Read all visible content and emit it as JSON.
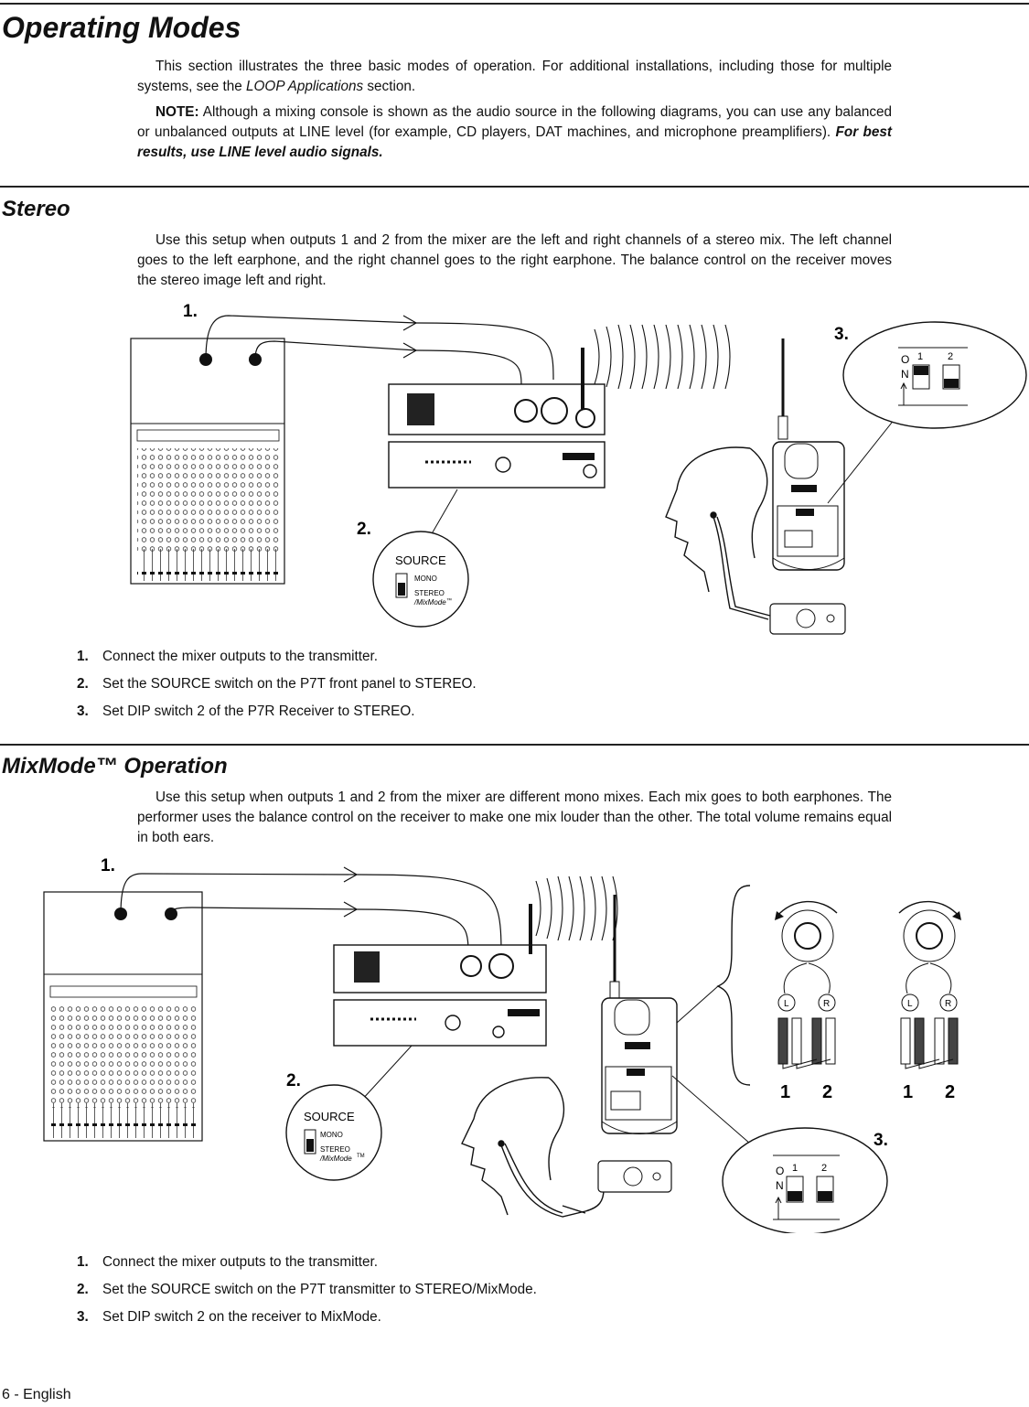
{
  "title": "Operating Modes",
  "intro": {
    "p1_before": "This section illustrates the three basic modes of operation. For additional installations, including those for multiple systems, see the ",
    "p1_link": "LOOP Applications",
    "p1_after": " section.",
    "note_label": "NOTE:",
    "note_text": " Although a mixing console is shown as the audio source in the following diagrams, you can use any balanced or unbalanced outputs at LINE level (for example, CD players, DAT machines, and microphone preamplifiers). ",
    "note_emph": "For best results, use LINE level audio signals."
  },
  "stereo": {
    "heading": "Stereo",
    "paragraph": "Use this setup when outputs 1 and 2 from the mixer are the left and right channels of a stereo mix. The left channel goes to the left earphone, and the right channel goes to the right earphone. The balance control on the receiver moves the stereo image left and right.",
    "figure": {
      "callouts": [
        "1.",
        "2.",
        "3."
      ],
      "source_switch": {
        "title": "SOURCE",
        "mono": "MONO",
        "stereo": "STEREO",
        "mixmode": "/MixMode",
        "tm": "™"
      },
      "dip": {
        "o": "O",
        "n": "N",
        "sw1": "1",
        "sw2": "2"
      }
    },
    "steps": [
      {
        "num": "1.",
        "text": "Connect the mixer outputs to the transmitter."
      },
      {
        "num": "2.",
        "text": "Set the SOURCE switch on the P7T front panel to STEREO."
      },
      {
        "num": "3.",
        "text": "Set DIP switch 2 of the P7R Receiver to STEREO."
      }
    ]
  },
  "mixmode": {
    "heading": "MixMode™ Operation",
    "paragraph": "Use this setup when outputs 1 and 2 from the mixer are different mono mixes. Each mix goes to both earphones. The performer uses the balance control on the receiver to make one mix louder than the other. The total volume remains equal in both ears.",
    "figure": {
      "callouts": [
        "1.",
        "2.",
        "3."
      ],
      "source_switch": {
        "title": "SOURCE",
        "mono": "MONO",
        "stereo": "STEREO",
        "mixmode": "/MixMode",
        "tm": "TM"
      },
      "dip": {
        "o": "O",
        "n": "N",
        "sw1": "1",
        "sw2": "2"
      },
      "ear_left": "L",
      "ear_right": "R",
      "mix_numbers": [
        "1",
        "2",
        "1",
        "2"
      ]
    },
    "steps": [
      {
        "num": "1.",
        "text": "Connect the mixer outputs to the transmitter."
      },
      {
        "num": "2.",
        "text": "Set the SOURCE switch on the P7T transmitter to STEREO/MixMode."
      },
      {
        "num": "3.",
        "text": "Set DIP switch 2 on the receiver to MixMode."
      }
    ]
  },
  "footer": "6 - English",
  "colors": {
    "ink": "#111111",
    "rule": "#222222",
    "paper": "#ffffff"
  }
}
